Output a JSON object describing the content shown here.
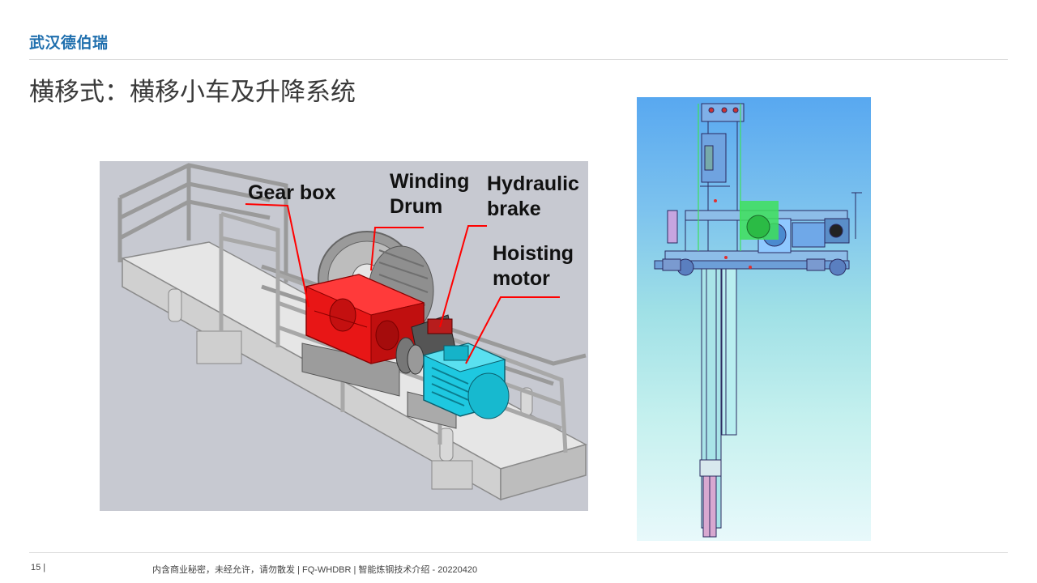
{
  "header": {
    "brand": "武汉德伯瑞",
    "title": "横移式：横移小车及升降系统"
  },
  "figure_left": {
    "labels": {
      "gear_box": "Gear box",
      "winding_drum": [
        "Winding",
        "Drum"
      ],
      "hydraulic_brake": [
        "Hydraulic",
        "brake"
      ],
      "hoisting_motor": [
        "Hoisting",
        "motor"
      ]
    },
    "colors": {
      "gear_box": "#e81616",
      "motor": "#1ec8e0",
      "leader": "#ff0000",
      "background": "#c7c9d1"
    }
  },
  "figure_right": {
    "colors": {
      "top": "#58a8f0",
      "bottom": "#e8f9fb",
      "highlight": "#3ee05a"
    }
  },
  "footer": {
    "page": "15  |",
    "text": "内含商业秘密，未经允许，请勿散发 | FQ-WHDBR | 智能炼钢技术介绍 - 20220420"
  }
}
